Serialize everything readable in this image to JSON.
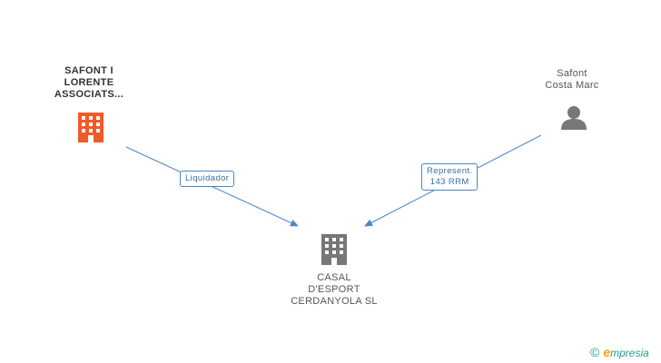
{
  "nodes": {
    "company_left": {
      "label_lines": [
        "SAFONT I",
        "LORENTE",
        "ASSOCIATS..."
      ],
      "icon": "building-icon",
      "color": "#f05a28"
    },
    "person_right": {
      "label_lines": [
        "Safont",
        "Costa Marc"
      ],
      "icon": "person-icon",
      "color": "#777777"
    },
    "company_center": {
      "label_lines": [
        "CASAL",
        "D'ESPORT",
        "CERDANYOLA SL"
      ],
      "icon": "building-icon",
      "color": "#777777"
    }
  },
  "edges": [
    {
      "from": "company_left",
      "to": "company_center",
      "label_lines": [
        "Liquidador"
      ]
    },
    {
      "from": "person_right",
      "to": "company_center",
      "label_lines": [
        "Represent.",
        "143 RRM"
      ]
    }
  ],
  "colors": {
    "edge": "#4a86c8",
    "edge_label_text": "#3a6ea5"
  },
  "branding": {
    "copyright": "©",
    "name_initial": "e",
    "name_rest": "mpresia"
  }
}
